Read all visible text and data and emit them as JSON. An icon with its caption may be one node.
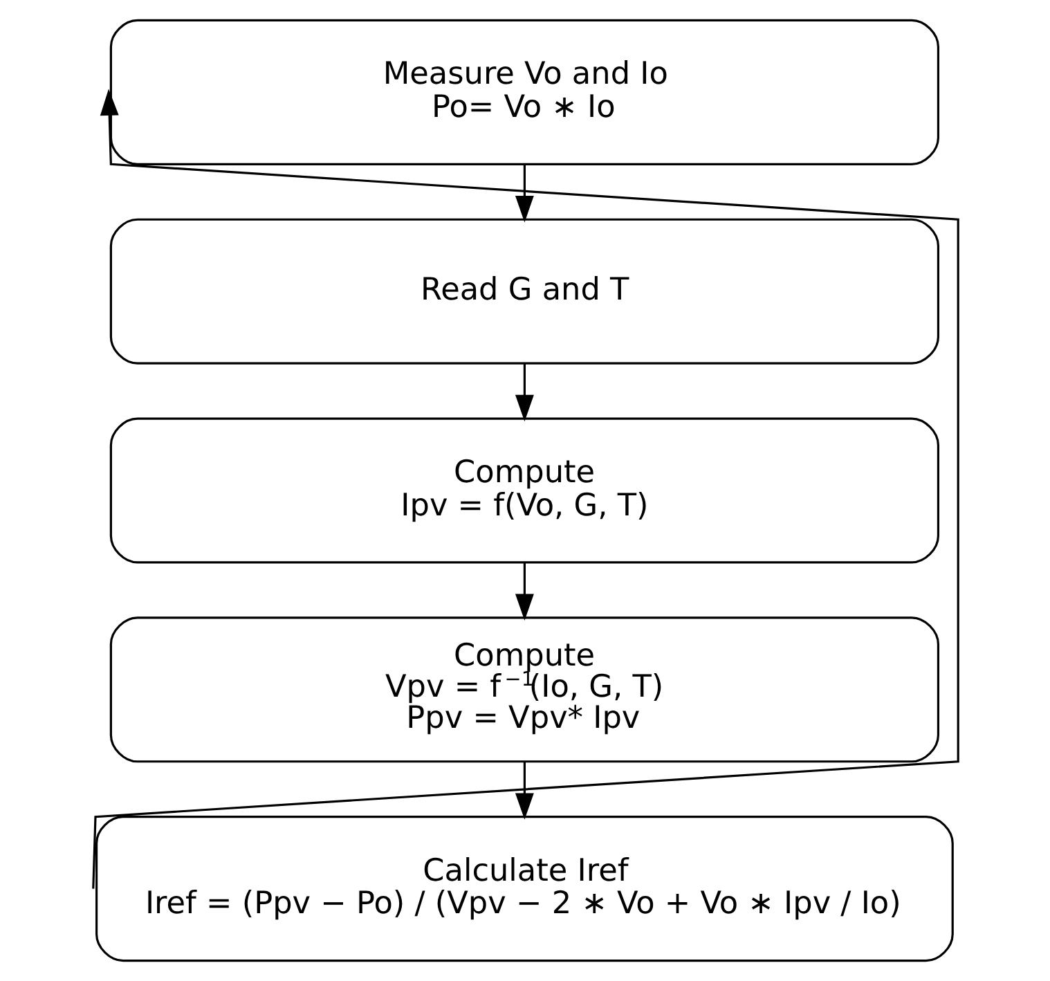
{
  "diagram": {
    "nodes": [
      {
        "text": [
          "Measure Vo and Io",
          "Po= Vo ∗ Io"
        ]
      },
      {
        "text": [
          "Read G and T"
        ]
      },
      {
        "text": [
          "Compute",
          "Ipv = f(Vo, G, T)"
        ]
      },
      {
        "text": [
          "Compute",
          "Vpv = f$^{−1}$(Io, G, T)",
          "Ppv = Vpv* Ipv"
        ]
      },
      {
        "text": [
          "Calculate Iref",
          "Iref = (Ppv − Po) / (Vpv − 2 ∗ Vo + Vo ∗ Ipv / Io)"
        ]
      }
    ],
    "edges": [
      {
        "from": 0,
        "to": 1,
        "arrow": "to"
      },
      {
        "from": 1,
        "to": 2,
        "arrow": "to"
      },
      {
        "from": 2,
        "to": 3,
        "arrow": "to"
      },
      {
        "from": 3,
        "to": 4,
        "arrow": "to"
      },
      {
        "from": 4,
        "to": 0,
        "arrow": "to"
      }
    ]
  }
}
